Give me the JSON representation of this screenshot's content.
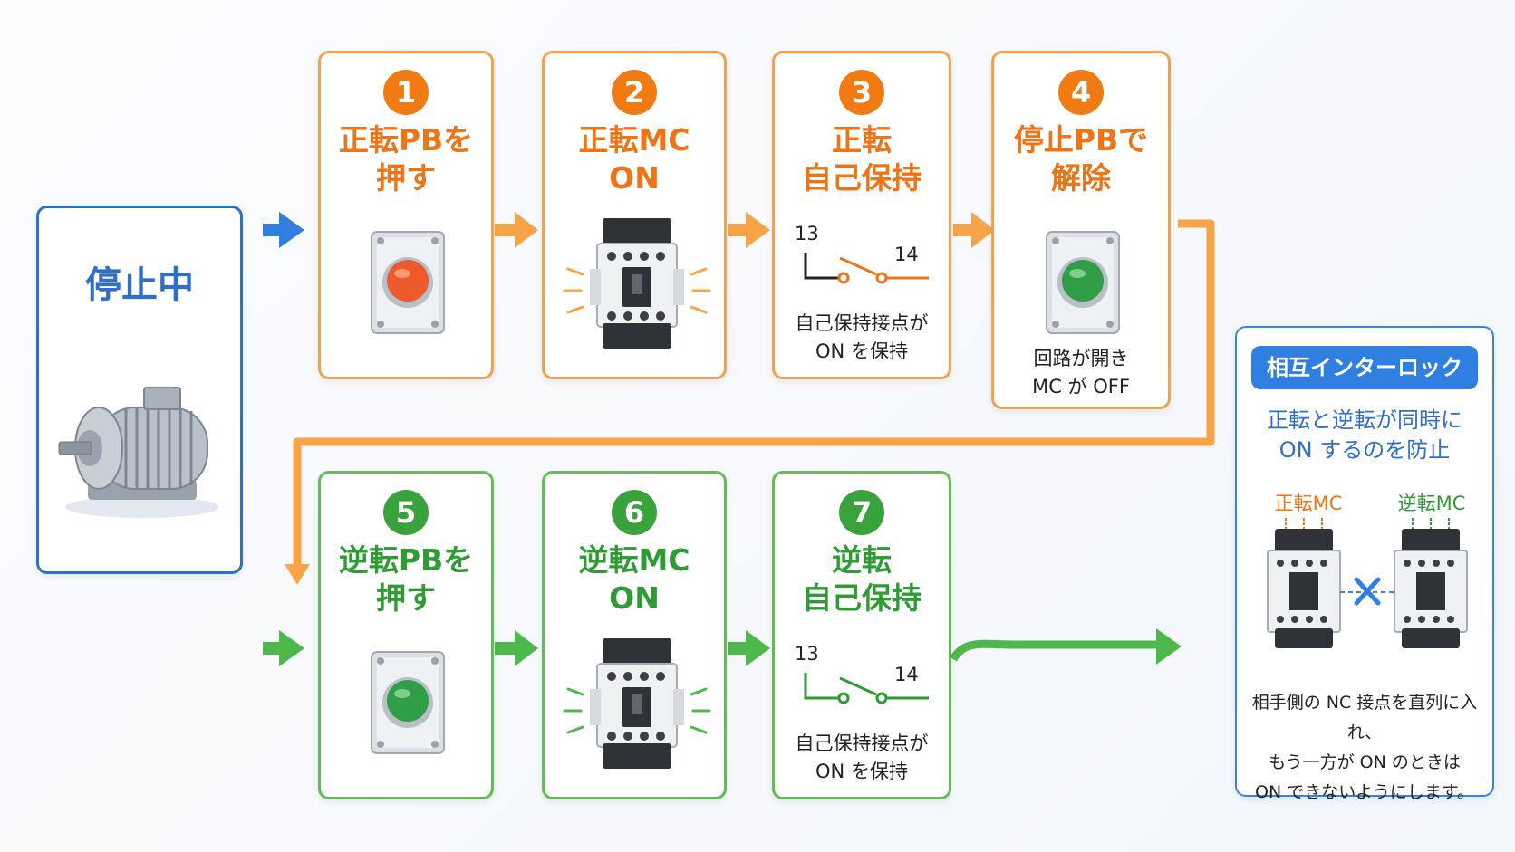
{
  "stopped": {
    "label": "停止中"
  },
  "steps": [
    {
      "num": "1",
      "title": "正転PBを\n押す"
    },
    {
      "num": "2",
      "title": "正転MC\nON"
    },
    {
      "num": "3",
      "title": "正転\n自己保持",
      "contact_left": "13",
      "contact_right": "14",
      "caption": "自己保持接点が\nON を保持"
    },
    {
      "num": "4",
      "title": "停止PBで\n解除",
      "caption": "回路が開き\nMC が OFF"
    },
    {
      "num": "5",
      "title": "逆転PBを\n押す"
    },
    {
      "num": "6",
      "title": "逆転MC\nON"
    },
    {
      "num": "7",
      "title": "逆転\n自己保持",
      "contact_left": "13",
      "contact_right": "14",
      "caption": "自己保持接点が\nON を保持"
    }
  ],
  "interlock": {
    "heading": "相互インターロック",
    "subtitle": "正転と逆転が同時に\nON するのを防止",
    "left_label": "正転MC",
    "right_label": "逆転MC",
    "description": "相手側の NC 接点を直列に入れ、\nもう一方が ON のときは\nON できないようにします。"
  },
  "colors": {
    "forward": "#ef7415",
    "reverse": "#2f9b33",
    "stop": "#2d6fc9",
    "arrow_orange": "#f7a449",
    "arrow_green": "#4cb94a",
    "arrow_blue": "#2f7fe0"
  }
}
